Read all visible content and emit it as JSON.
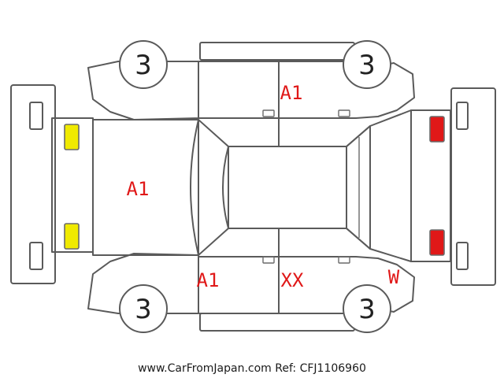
{
  "wheels": {
    "front_left": "3",
    "front_right": "3",
    "rear_left": "3",
    "rear_right": "3"
  },
  "damage_codes": {
    "hood": "A1",
    "right_side_panel": "A1",
    "left_front_door": "A1",
    "left_rear_door": "XX",
    "left_rear_quarter": "W"
  },
  "lamp_colors": {
    "front": "#f0ea00",
    "rear": "#e01818"
  },
  "footer": {
    "caption": "www.CarFromJapan.com Ref: CFJ1106960"
  }
}
